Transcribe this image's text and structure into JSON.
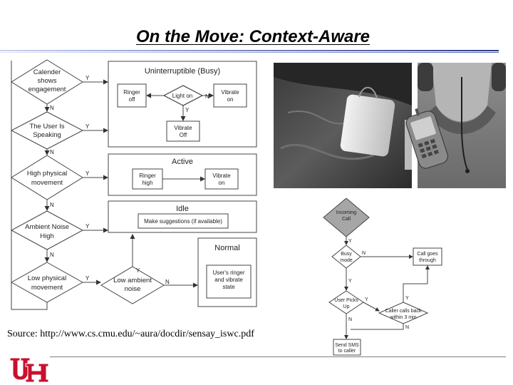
{
  "slide": {
    "title": "On the Move: Context-Aware",
    "source": "Source: http://www.cs.cmu.edu/~aura/docdir/sensay_iswc.pdf"
  },
  "colors": {
    "title_rule": "#2d3a8c",
    "logo_red": "#c8102e",
    "diamond_fill": "#a6a6a6"
  },
  "left_flow": {
    "decisions": [
      {
        "lines": [
          "Calender",
          "shows",
          "engagement"
        ]
      },
      {
        "lines": [
          "The User Is",
          "Speaking"
        ]
      },
      {
        "lines": [
          "High physical",
          "movement"
        ]
      },
      {
        "lines": [
          "Ambient Noise",
          "High"
        ]
      },
      {
        "lines": [
          "Low physical",
          "movement"
        ]
      },
      {
        "lines": [
          "Low ambient",
          "noise"
        ]
      }
    ],
    "states": {
      "busy": {
        "title": "Uninterruptible (Busy)",
        "ringer_off": [
          "Ringer",
          "off"
        ],
        "light_on": "Light on",
        "vibrate_on": [
          "Vibrate",
          "on"
        ],
        "vibrate_off": [
          "Vibrate",
          "Off"
        ]
      },
      "active": {
        "title": "Active",
        "ringer_high": [
          "Ringer",
          "high"
        ],
        "vibrate_on": [
          "Vibrate",
          "on"
        ]
      },
      "idle": {
        "title": "Idle",
        "suggestion": "Make suggestions (if available)"
      },
      "normal": {
        "title": "Normal",
        "detail": [
          "User's ringer",
          "and vibrate",
          "state"
        ]
      }
    },
    "labels": {
      "yes": "Y",
      "no": "N"
    }
  },
  "right_flow": {
    "incoming": [
      "Incoming",
      "Call"
    ],
    "busy_mode": [
      "Busy",
      "mode"
    ],
    "user_picks": [
      "User Picks",
      "Up"
    ],
    "call_through": [
      "Call goes",
      "through"
    ],
    "caller_back": [
      "Caller calls back",
      "within 3 min"
    ],
    "send_sms": [
      "Send SMS",
      "to caller"
    ],
    "labels": {
      "yes": "Y",
      "no": "N"
    }
  },
  "logo": {
    "letters": "UH"
  }
}
